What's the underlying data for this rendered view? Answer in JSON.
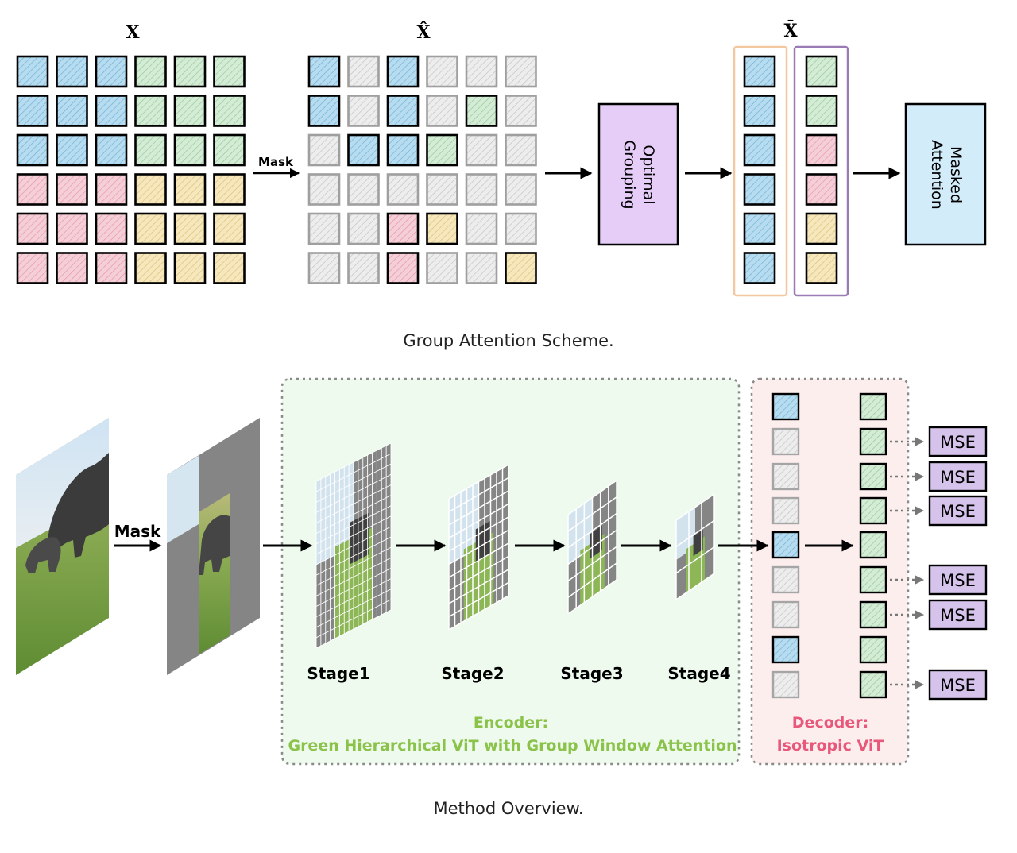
{
  "top": {
    "label_x": "X",
    "label_x_hat": "X̂",
    "label_x_bar": "X̄",
    "mask_label": "Mask",
    "optimal_grouping_line1": "Optimal",
    "optimal_grouping_line2": "Grouping",
    "masked_attention_line1": "Masked",
    "masked_attention_line2": "Attention",
    "caption": "Group Attention Scheme."
  },
  "bottom": {
    "mask_label": "Mask",
    "stages": [
      "Stage1",
      "Stage2",
      "Stage3",
      "Stage4"
    ],
    "encoder_line1": "Encoder:",
    "encoder_line2": "Green Hierarchical ViT with Group Window Attention",
    "decoder_line1": "Decoder:",
    "decoder_line2": "Isotropic ViT",
    "mse_label": "MSE",
    "caption": "Method Overview."
  },
  "colors": {
    "blue": "#b7dcf0",
    "green": "#cfe8d0",
    "pink": "#f3c4cf",
    "yellow": "#f3e2b0",
    "gray": "#e6e6e6",
    "optimal_grouping_fill": "#e6cdf7",
    "masked_attention_fill": "#d3ecfa",
    "encoder_fill": "#eefaee",
    "decoder_fill": "#fdeeee",
    "encoder_text": "#8bc34a",
    "decoder_text": "#e8587a",
    "mse_fill": "#d6c3ec"
  }
}
